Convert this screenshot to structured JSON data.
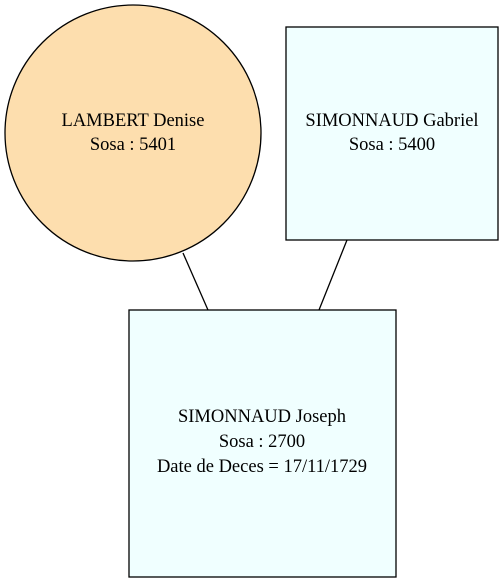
{
  "colors": {
    "female_fill": "#fddeae",
    "male_fill": "#f0ffff",
    "stroke": "#000000",
    "edge": "#000000"
  },
  "nodes": {
    "mother": {
      "shape": "ellipse",
      "name": "LAMBERT Denise",
      "sosa": "Sosa : 5401"
    },
    "father": {
      "shape": "box",
      "name": "SIMONNAUD Gabriel",
      "sosa": "Sosa : 5400"
    },
    "child": {
      "shape": "box",
      "name": "SIMONNAUD Joseph",
      "sosa": "Sosa : 2700",
      "death": "Date de Deces = 17/11/1729"
    }
  },
  "edges": [
    {
      "from": "mother",
      "to": "child"
    },
    {
      "from": "father",
      "to": "child"
    }
  ]
}
